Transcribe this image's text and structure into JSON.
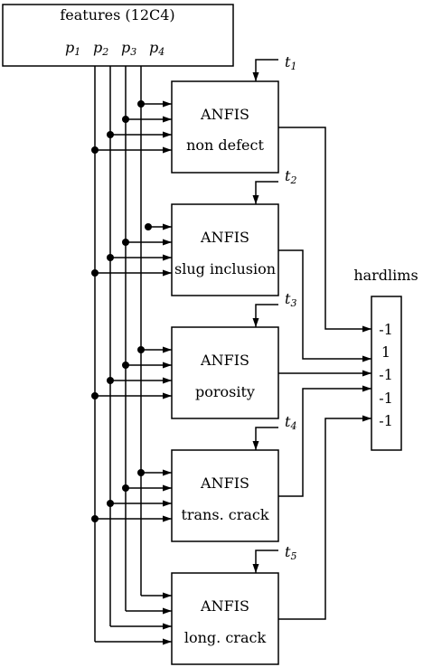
{
  "features": {
    "title": "features (12C4)",
    "inputs": [
      {
        "base": "p",
        "sub": "1"
      },
      {
        "base": "p",
        "sub": "2"
      },
      {
        "base": "p",
        "sub": "3"
      },
      {
        "base": "p",
        "sub": "4"
      }
    ]
  },
  "anfis_blocks": [
    {
      "title": "ANFIS",
      "subtitle": "non defect",
      "target": {
        "base": "t",
        "sub": "1"
      }
    },
    {
      "title": "ANFIS",
      "subtitle": "slug inclusion",
      "target": {
        "base": "t",
        "sub": "2"
      }
    },
    {
      "title": "ANFIS",
      "subtitle": "porosity",
      "target": {
        "base": "t",
        "sub": "3"
      }
    },
    {
      "title": "ANFIS",
      "subtitle": "trans. crack",
      "target": {
        "base": "t",
        "sub": "4"
      }
    },
    {
      "title": "ANFIS",
      "subtitle": "long. crack",
      "target": {
        "base": "t",
        "sub": "5"
      }
    }
  ],
  "hardlims": {
    "title": "hardlims",
    "outputs": [
      "-1",
      "1",
      "-1",
      "-1",
      "-1"
    ]
  }
}
